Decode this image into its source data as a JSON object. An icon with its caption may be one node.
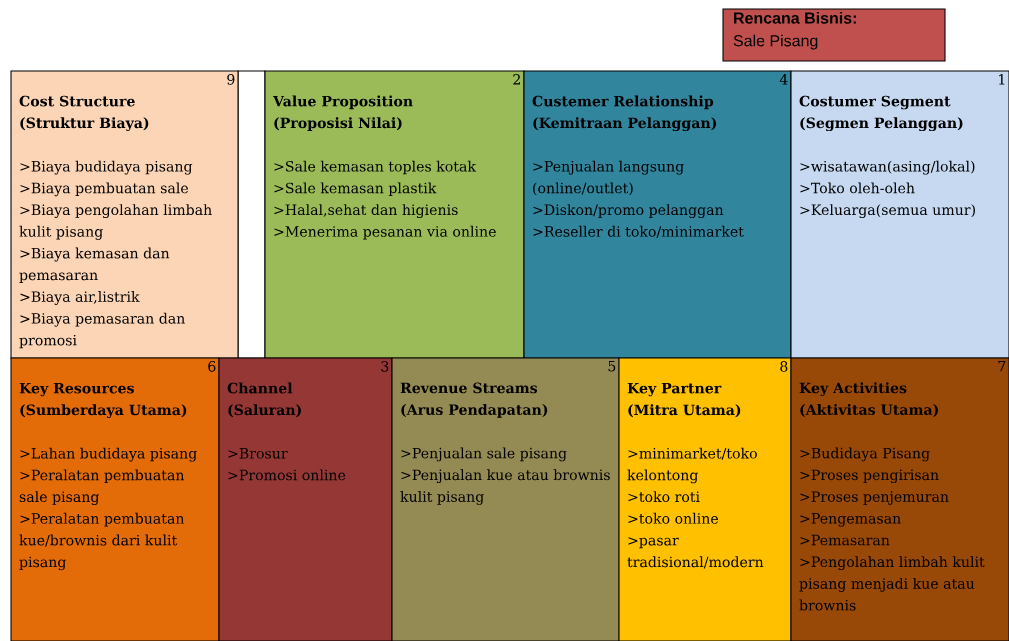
{
  "diagram": {
    "nodes": [
      {
        "text": [
          "Rencana Bisnis:",
          "Sale Pisang"
        ]
      },
      {
        "text": [
          "9",
          "Cost Structure",
          "(Struktur Biaya)",
          ">Biaya budidaya pisang",
          ">Biaya pembuatan sale",
          ">Biaya pengolahan limbah kulit pisang",
          ">Biaya kemasan dan pemasaran",
          ">Biaya air,listrik",
          ">Biaya pemasaran dan promosi"
        ]
      },
      {
        "text": [
          "2",
          "Value Proposition",
          "(Proposisi Nilai)",
          ">Sale kemasan toples kotak",
          ">Sale kemasan plastik",
          ">Halal,sehat dan higienis",
          ">Menerima pesanan via online"
        ]
      },
      {
        "text": [
          "4",
          "Custemer Relationship",
          "(Kemitraan Pelanggan)",
          ">Penjualan langsung (online/outlet)",
          ">Diskon/promo pelanggan",
          ">Reseller di toko/minimarket"
        ]
      },
      {
        "text": [
          "1",
          "Costumer Segment",
          "(Segmen Pelanggan)",
          ">wisatawan(asing/lokal)",
          ">Toko oleh-oleh",
          ">Keluarga(semua umur)"
        ]
      },
      {
        "text": [
          "6",
          "Key Resources",
          "(Sumberdaya Utama)",
          ">Lahan budidaya pisang",
          ">Peralatan pembuatan sale pisang",
          ">Peralatan pembuatan kue/brownis dari kulit pisang"
        ]
      },
      {
        "text": [
          "3",
          "Channel",
          "(Saluran)",
          ">Brosur",
          ">Promosi online"
        ]
      },
      {
        "text": [
          "5",
          "Revenue Streams",
          "(Arus Pendapatan)",
          ">Penjualan sale pisang",
          ">Penjualan kue atau brownis kulit pisang"
        ]
      },
      {
        "text": [
          "8",
          "Key Partner",
          "(Mitra Utama)",
          ">minimarket/toko kelontong",
          ">toko roti",
          ">toko online",
          ">pasar tradisional/modern"
        ]
      },
      {
        "text": [
          "7",
          "Key Activities",
          "(Aktivitas Utama)",
          ">Budidaya Pisang",
          ">Proses pengirisan",
          ">Proses penjemuran",
          ">Pengemasan",
          ">Pemasaran",
          ">Pengolahan limbah kulit pisang menjadi kue atau brownis"
        ]
      }
    ]
  }
}
